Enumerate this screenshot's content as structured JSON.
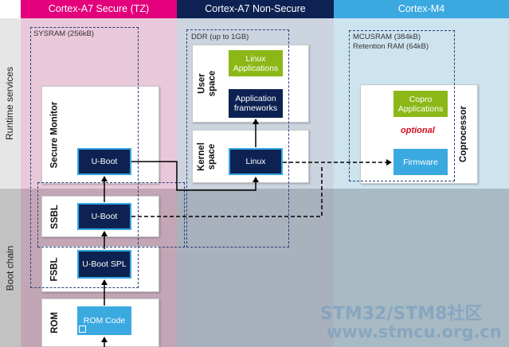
{
  "columns": {
    "secure": {
      "title": "Cortex-A7 Secure (TZ)",
      "color": "#e4007c"
    },
    "nonsecure": {
      "title": "Cortex-A7 Non-Secure",
      "color": "#0d2252"
    },
    "m4": {
      "title": "Cortex-M4",
      "color": "#3aa9e0"
    }
  },
  "rows": {
    "runtime": "Runtime services",
    "boot": "Boot chain"
  },
  "memory": {
    "sysram": "SYSRAM  (256kB)",
    "ddr": "DDR (up to 1GB)",
    "mcusram": "MCUSRAM  (384kB)",
    "retention": "Retention RAM  (64kB)"
  },
  "stages": {
    "secure_monitor": "Secure Monitor",
    "user_space": "User space",
    "kernel_space": "Kernel space",
    "coprocessor": "Coprocessor",
    "ssbl": "SSBL",
    "fsbl": "FSBL",
    "rom": "ROM"
  },
  "blocks": {
    "uboot_secure": "U-Boot",
    "linux_apps": "Linux Applications",
    "app_frameworks": "Application frameworks",
    "linux": "Linux",
    "copro_apps": "Copro Applications",
    "optional": "optional",
    "firmware": "Firmware",
    "uboot_ssbl": "U-Boot",
    "uboot_spl": "U-Boot SPL",
    "rom_code": "ROM Code"
  },
  "watermark": {
    "line1": "STM32/STM8社区",
    "line2": "www.stmcu.org.cn"
  },
  "colors": {
    "secure_bg": "#e8c8d9",
    "secure_boot_bg": "#c3a6b5",
    "nonsecure_bg": "#ccd4e0",
    "nonsecure_boot_bg": "#a9b1bd",
    "m4_bg": "#cde4ef",
    "m4_boot_bg": "#a8bac3",
    "left_bg": "#e6e6e6",
    "left_boot_bg": "#c2c2c2"
  }
}
